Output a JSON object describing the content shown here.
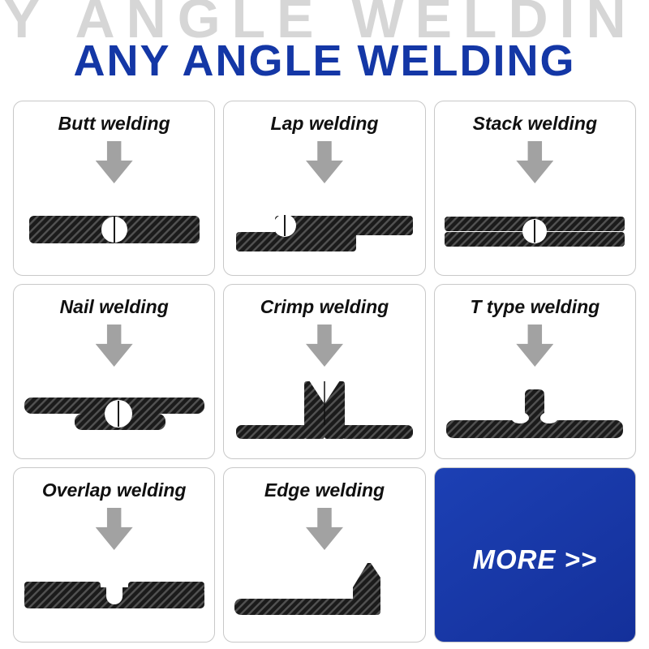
{
  "colors": {
    "accent_blue": "#1437a6",
    "ghost_gray": "#d6d6d6",
    "arrow_gray": "#a2a2a2",
    "metal_dark": "#1b1b1b"
  },
  "header": {
    "ghost_title": "Y ANGLE WELDIN",
    "title": "ANY ANGLE WELDING"
  },
  "cards": [
    {
      "label": "Butt welding"
    },
    {
      "label": "Lap welding"
    },
    {
      "label": "Stack welding"
    },
    {
      "label": "Nail welding"
    },
    {
      "label": "Crimp welding"
    },
    {
      "label": "T type welding"
    },
    {
      "label": "Overlap welding"
    },
    {
      "label": "Edge welding"
    }
  ],
  "more": {
    "label": "MORE >>"
  }
}
